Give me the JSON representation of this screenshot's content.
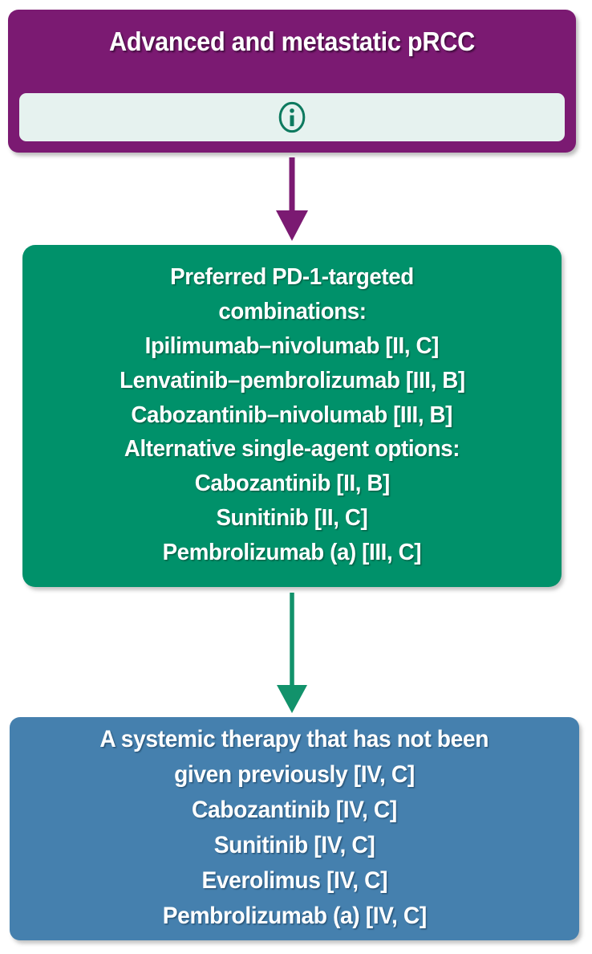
{
  "diagram": {
    "type": "flowchart",
    "orientation": "vertical",
    "title": "Advanced and metastatic pRCC treatment algorithm"
  },
  "colors": {
    "header_purple": "#7B1A72",
    "info_bar_bg": "#E6F2EF",
    "info_icon": "#0E7A5F",
    "green_box": "#00916A",
    "blue_box": "#4580AE",
    "arrow_purple": "#7B1A72",
    "arrow_teal": "#12926B",
    "text_white": "#FFFFFF",
    "page_bg": "#FFFFFF"
  },
  "header": {
    "title": "Advanced and metastatic pRCC",
    "info_bar": {
      "icon": "info-circle-icon",
      "label": ""
    }
  },
  "arrows": [
    {
      "name": "arrow-header-to-first-line",
      "from": "header-box",
      "to": "green-box",
      "color": "#7B1A72",
      "direction": "down"
    },
    {
      "name": "arrow-first-line-to-subsequent",
      "from": "green-box",
      "to": "blue-box",
      "color": "#12926B",
      "direction": "down"
    }
  ],
  "green_box": {
    "name": "first-line-treatment-box",
    "lines": [
      "Preferred PD-1-targeted",
      "combinations:",
      "Ipilimumab–nivolumab [II, C]",
      "Lenvatinib–pembrolizumab [III, B]",
      "Cabozantinib–nivolumab [III, B]",
      "Alternative single-agent options:",
      "Cabozantinib [II, B]",
      "Sunitinib [II, C]",
      "Pembrolizumab (a) [III, C]"
    ]
  },
  "blue_box": {
    "name": "subsequent-line-treatment-box",
    "lines": [
      "A systemic therapy that has not been",
      "given previously [IV, C]",
      "Cabozantinib [IV, C]",
      "Sunitinib [IV, C]",
      "Everolimus [IV, C]",
      "Pembrolizumab (a) [IV, C]"
    ]
  }
}
